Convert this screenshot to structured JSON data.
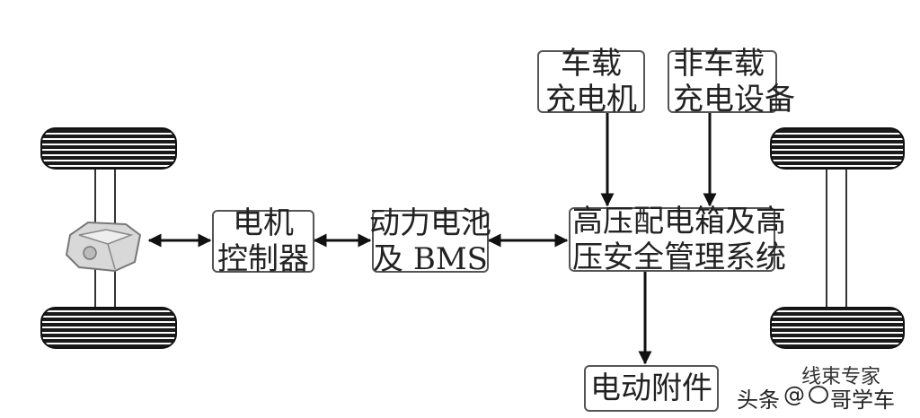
{
  "nodes": {
    "motor_controller": {
      "line1": "电机",
      "line2": "控制器"
    },
    "battery": {
      "line1": "动力电池",
      "line2": "及 BMS"
    },
    "hv_box": {
      "line1": "高压配电箱及高",
      "line2": "压安全管理系统"
    },
    "onboard_charger": {
      "line1": "车载",
      "line2": "充电机"
    },
    "offboard_charger": {
      "line1": "非车载",
      "line2": "充电设备"
    },
    "accessories": {
      "label": "电动附件"
    }
  },
  "watermark": {
    "platform": "头条",
    "at": "@",
    "author": "线束专家",
    "channel": "哥学车"
  },
  "colors": {
    "line": "#111111",
    "box_border": "#555555",
    "tire": "#1a1a1a"
  }
}
